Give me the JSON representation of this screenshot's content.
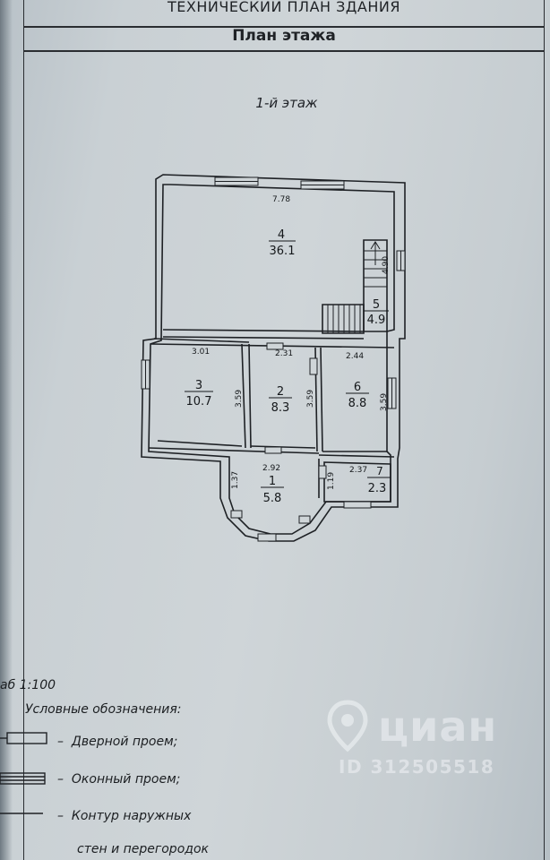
{
  "header": {
    "title": "ТЕХНИЧЕСКИЙ ПЛАН ЗДАНИЯ",
    "subtitle": "План этажа"
  },
  "floor_name": "1-й этаж",
  "rooms": [
    {
      "number": "4",
      "area": "36.1"
    },
    {
      "number": "5",
      "area": "4.9"
    },
    {
      "number": "3",
      "area": "10.7"
    },
    {
      "number": "2",
      "area": "8.3"
    },
    {
      "number": "6",
      "area": "8.8"
    },
    {
      "number": "1",
      "area": "5.8"
    },
    {
      "number": "7",
      "area": "2.3"
    }
  ],
  "dimensions": {
    "top_width": "7.78",
    "stair_length": "4.90",
    "room3_width": "3.01",
    "room2_width": "2.31",
    "room6_width": "2.44",
    "room3_depth": "3.59",
    "room2_depth": "3.59",
    "room6_depth": "3.59",
    "room1_width": "2.92",
    "room1_depth": "1.37",
    "room7_depth": "1.19",
    "room7_width": "2.37"
  },
  "scale": "аб 1:100",
  "legend": {
    "title": "Условные обозначения:",
    "items": [
      {
        "icon": "door-opening-symbol",
        "label": "Дверной проем;"
      },
      {
        "icon": "window-opening-symbol",
        "label": "Оконный проем;"
      },
      {
        "icon": "wall-contour-line",
        "label": "Контур наружных"
      }
    ],
    "continuation": "стен и перегородок"
  },
  "watermark": {
    "brand": "циан",
    "id": "ID 312505518"
  },
  "colors": {
    "paper": "#cfd5d8",
    "ink": "#1c1f22",
    "watermark": "#f0f3f5"
  }
}
